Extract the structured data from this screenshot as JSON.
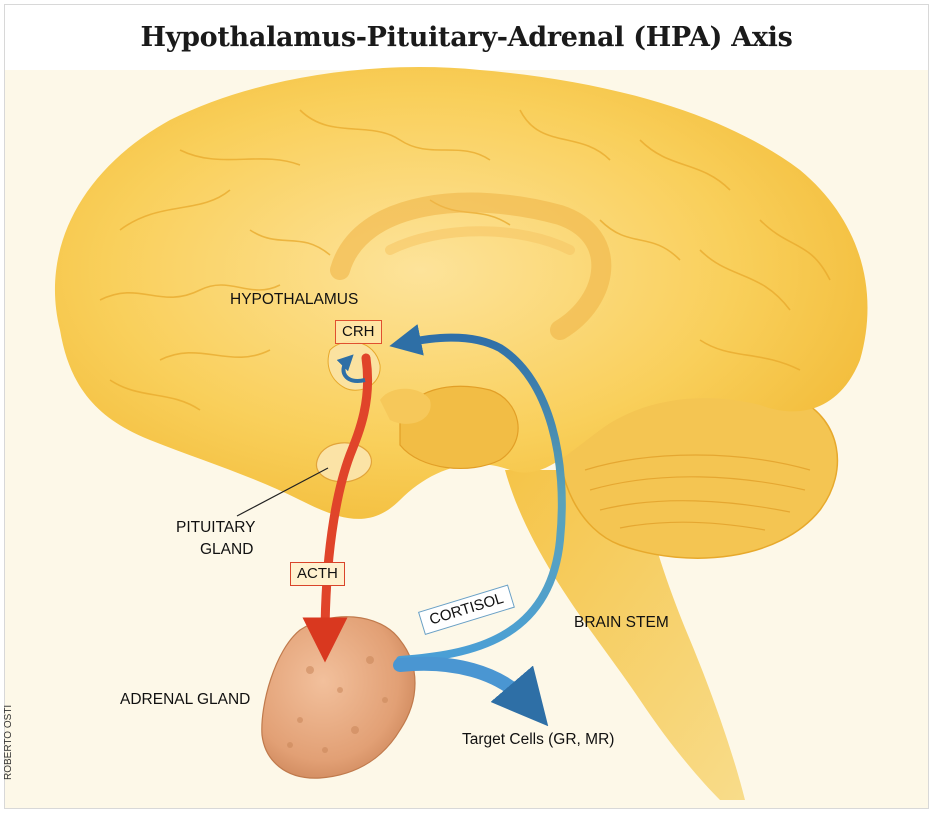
{
  "title": "Hypothalamus-Pituitary-Adrenal (HPA) Axis",
  "labels": {
    "hypothalamus": "HYPOTHALAMUS",
    "crh": "CRH",
    "pituitary_line1": "PITUITARY",
    "pituitary_line2": "GLAND",
    "acth": "ACTH",
    "cortisol": "CORTISOL",
    "brain_stem": "BRAIN STEM",
    "adrenal_gland": "ADRENAL GLAND",
    "target_cells": "Target Cells (GR, MR)"
  },
  "credit": "ROBERTO OSTI",
  "colors": {
    "brain_fill": "#f9cf5a",
    "brain_light": "#fbe39a",
    "acth_arrow": "#e0442a",
    "cortisol_arrow": "#3d8fc9",
    "adrenal_fill": "#e6a378",
    "background": "#fdf7e4"
  }
}
